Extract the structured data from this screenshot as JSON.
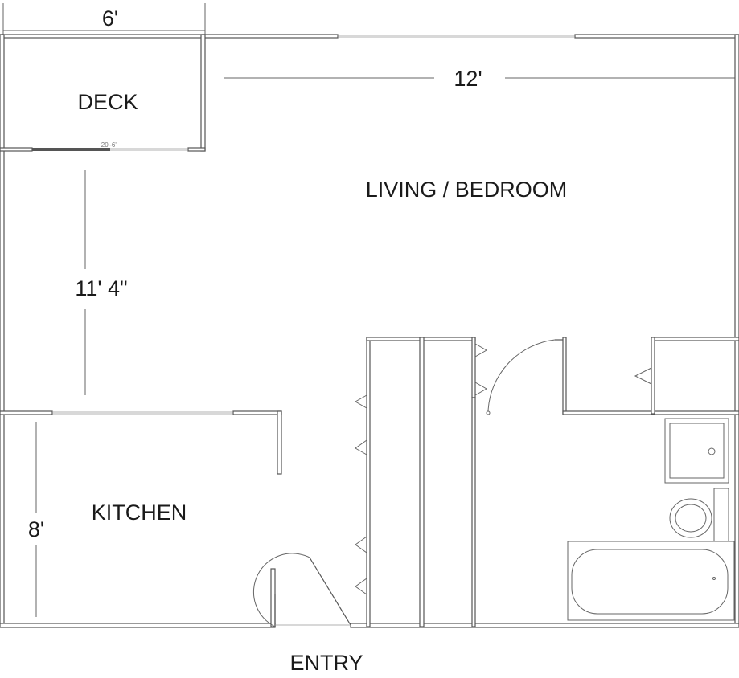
{
  "rooms": {
    "deck": "DECK",
    "living_bedroom": "LIVING / BEDROOM",
    "kitchen": "KITCHEN",
    "entry": "ENTRY"
  },
  "dimensions": {
    "deck_width": "6'",
    "living_width": "12'",
    "living_depth": "11' 4\"",
    "kitchen_depth": "8'",
    "deck_door_note": "20'-6\""
  }
}
